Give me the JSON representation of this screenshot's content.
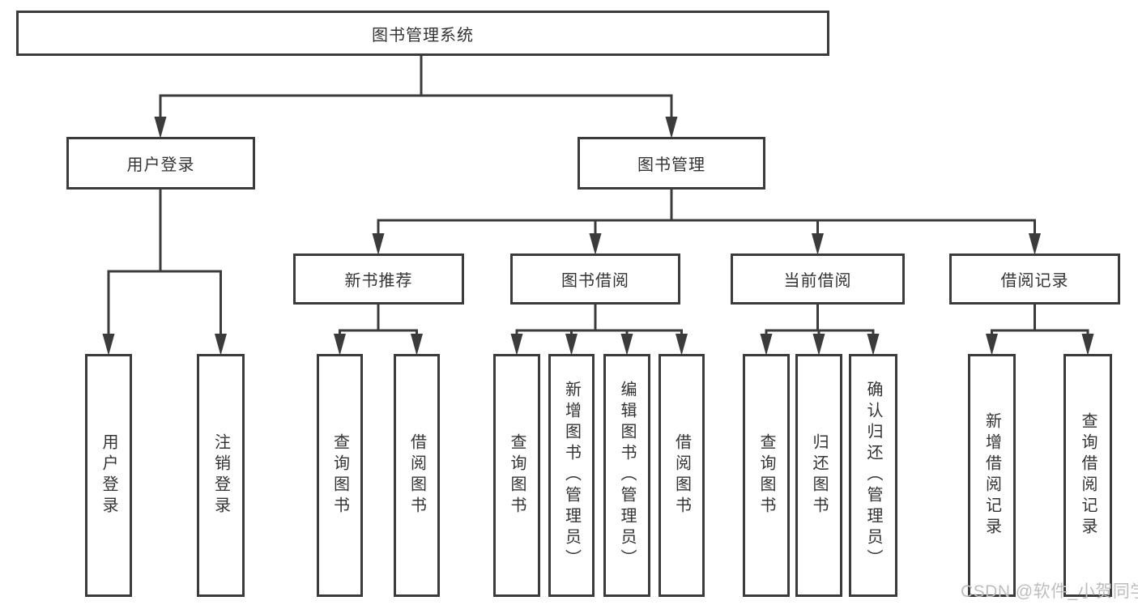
{
  "diagram_title": "图书管理系统",
  "tree": {
    "label": "图书管理系统",
    "children": [
      {
        "label": "用户登录",
        "children": [
          {
            "label": "用户登录"
          },
          {
            "label": "注销登录"
          }
        ]
      },
      {
        "label": "图书管理",
        "children": [
          {
            "label": "新书推荐",
            "children": [
              {
                "label": "查询图书"
              },
              {
                "label": "借阅图书"
              }
            ]
          },
          {
            "label": "图书借阅",
            "children": [
              {
                "label": "查询图书"
              },
              {
                "label": "新增图书（管理员）"
              },
              {
                "label": "编辑图书（管理员）"
              },
              {
                "label": "借阅图书"
              }
            ]
          },
          {
            "label": "当前借阅",
            "children": [
              {
                "label": "查询图书"
              },
              {
                "label": "归还图书"
              },
              {
                "label": "确认归还（管理员）"
              }
            ]
          },
          {
            "label": "借阅记录",
            "children": [
              {
                "label": "新增借阅记录"
              },
              {
                "label": "查询借阅记录"
              }
            ]
          }
        ]
      }
    ]
  },
  "watermark": {
    "text": "CSDN @软件_小贺同学"
  },
  "colors": {
    "line": "#3b3b3b",
    "text": "#333333",
    "box_background": "#ffffff",
    "watermark": "#bdbdbd"
  }
}
